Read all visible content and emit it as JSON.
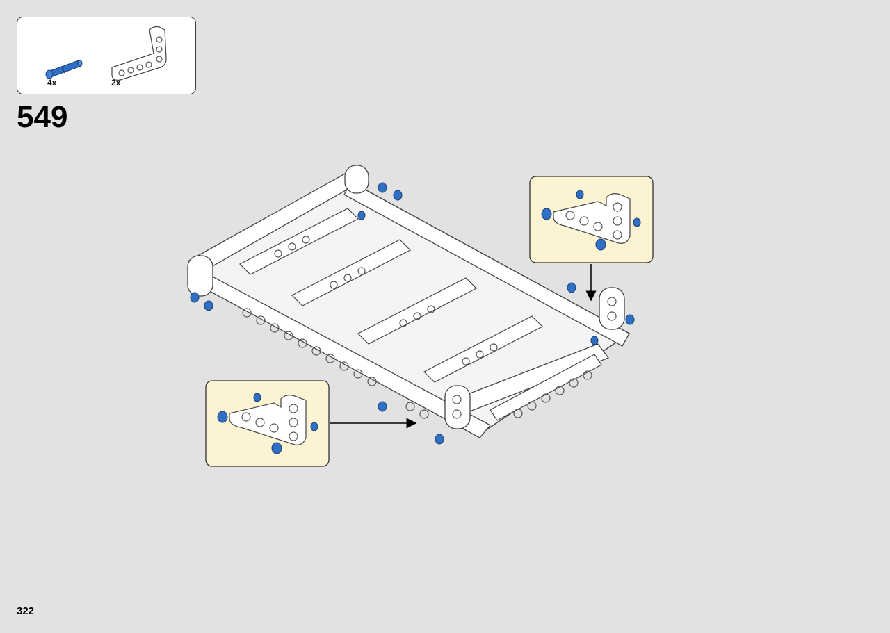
{
  "parts_list": {
    "items": [
      {
        "name": "blue-pin",
        "quantity": "4x"
      },
      {
        "name": "white-l-beam",
        "quantity": "2x"
      }
    ]
  },
  "step": {
    "number": "549"
  },
  "page": {
    "number": "322"
  },
  "colors": {
    "background": "#e2e2e2",
    "callout": "#fbf3d2",
    "pin_blue": "#2f6fc4",
    "beam_white": "#ffffff",
    "outline": "#333333"
  }
}
